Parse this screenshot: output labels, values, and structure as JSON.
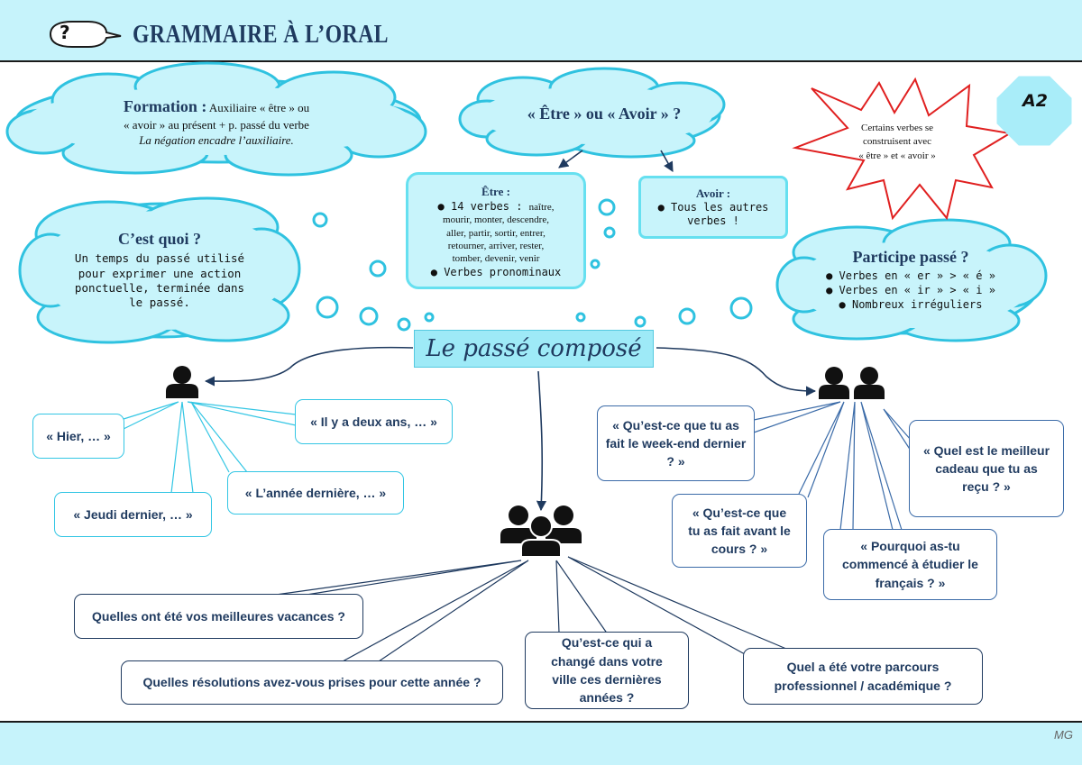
{
  "header": {
    "title": "GRAMMAIRE À L’ORAL",
    "question_icon": "?"
  },
  "badge": {
    "level": "A2"
  },
  "star_note": {
    "line1": "Certains verbes se",
    "line2": "construisent avec",
    "line3": "« être » et « avoir »"
  },
  "formation": {
    "label": "Formation :",
    "text1": " Auxiliaire « être » ou",
    "text2": "« avoir » au présent + p. passé du verbe",
    "text3": "La négation encadre l’auxiliaire."
  },
  "etre_avoir": {
    "question": "« Être » ou « Avoir » ?"
  },
  "etre": {
    "title": "Être :",
    "line1": "● 14 verbes : ",
    "line1b": "naître,",
    "line2": "mourir, monter, descendre,",
    "line3": "aller, partir, sortir, entrer,",
    "line4": "retourner, arriver, rester,",
    "line5": "tomber, devenir, venir",
    "line6": "● Verbes pronominaux"
  },
  "avoir": {
    "title": "Avoir :",
    "line1": "● Tous les autres",
    "line2": "verbes !"
  },
  "cest_quoi": {
    "title": "C’est quoi ?",
    "line1": "Un temps du passé utilisé",
    "line2": "pour exprimer une action",
    "line3": "ponctuelle, terminée dans",
    "line4": "le passé."
  },
  "participe": {
    "title": "Participe passé ?",
    "line1": "● Verbes en « er » > « é »",
    "line2": "● Verbes en « ir » > « i »",
    "line3": "● Nombreux irréguliers"
  },
  "center": {
    "label": "Le passé composé"
  },
  "bubbles_left": {
    "hier": "« Hier, … »",
    "deux_ans": "« Il y a deux ans, … »",
    "annee": "« L’année dernière, … »",
    "jeudi": "« Jeudi dernier, … »"
  },
  "bubbles_right": {
    "weekend": "« Qu’est-ce que tu as fait le week-end dernier ? »",
    "cadeau": "« Quel est le meilleur cadeau que tu as reçu ? »",
    "cours": "« Qu’est-ce que tu as fait avant le cours ? »",
    "francais": "« Pourquoi as-tu commencé à étudier le français ? »"
  },
  "bubbles_bottom": {
    "vacances": "Quelles ont été vos meilleures vacances ?",
    "resolutions": "Quelles résolutions avez-vous prises pour cette année ?",
    "ville": "Qu’est-ce qui a changé dans votre ville ces dernières années ?",
    "parcours": "Quel a été votre parcours professionnel / académique ?"
  },
  "footer": {
    "signature": "MG"
  },
  "colors": {
    "cloud_fill": "#c8f4fb",
    "cloud_stroke": "#2fc2e0",
    "navy": "#1f3a5f",
    "star_red": "#e02020",
    "header_bg": "#c6f3fb"
  },
  "icons": {
    "single": "person-icon",
    "pair": "two-people-icon",
    "group": "group-people-icon"
  }
}
